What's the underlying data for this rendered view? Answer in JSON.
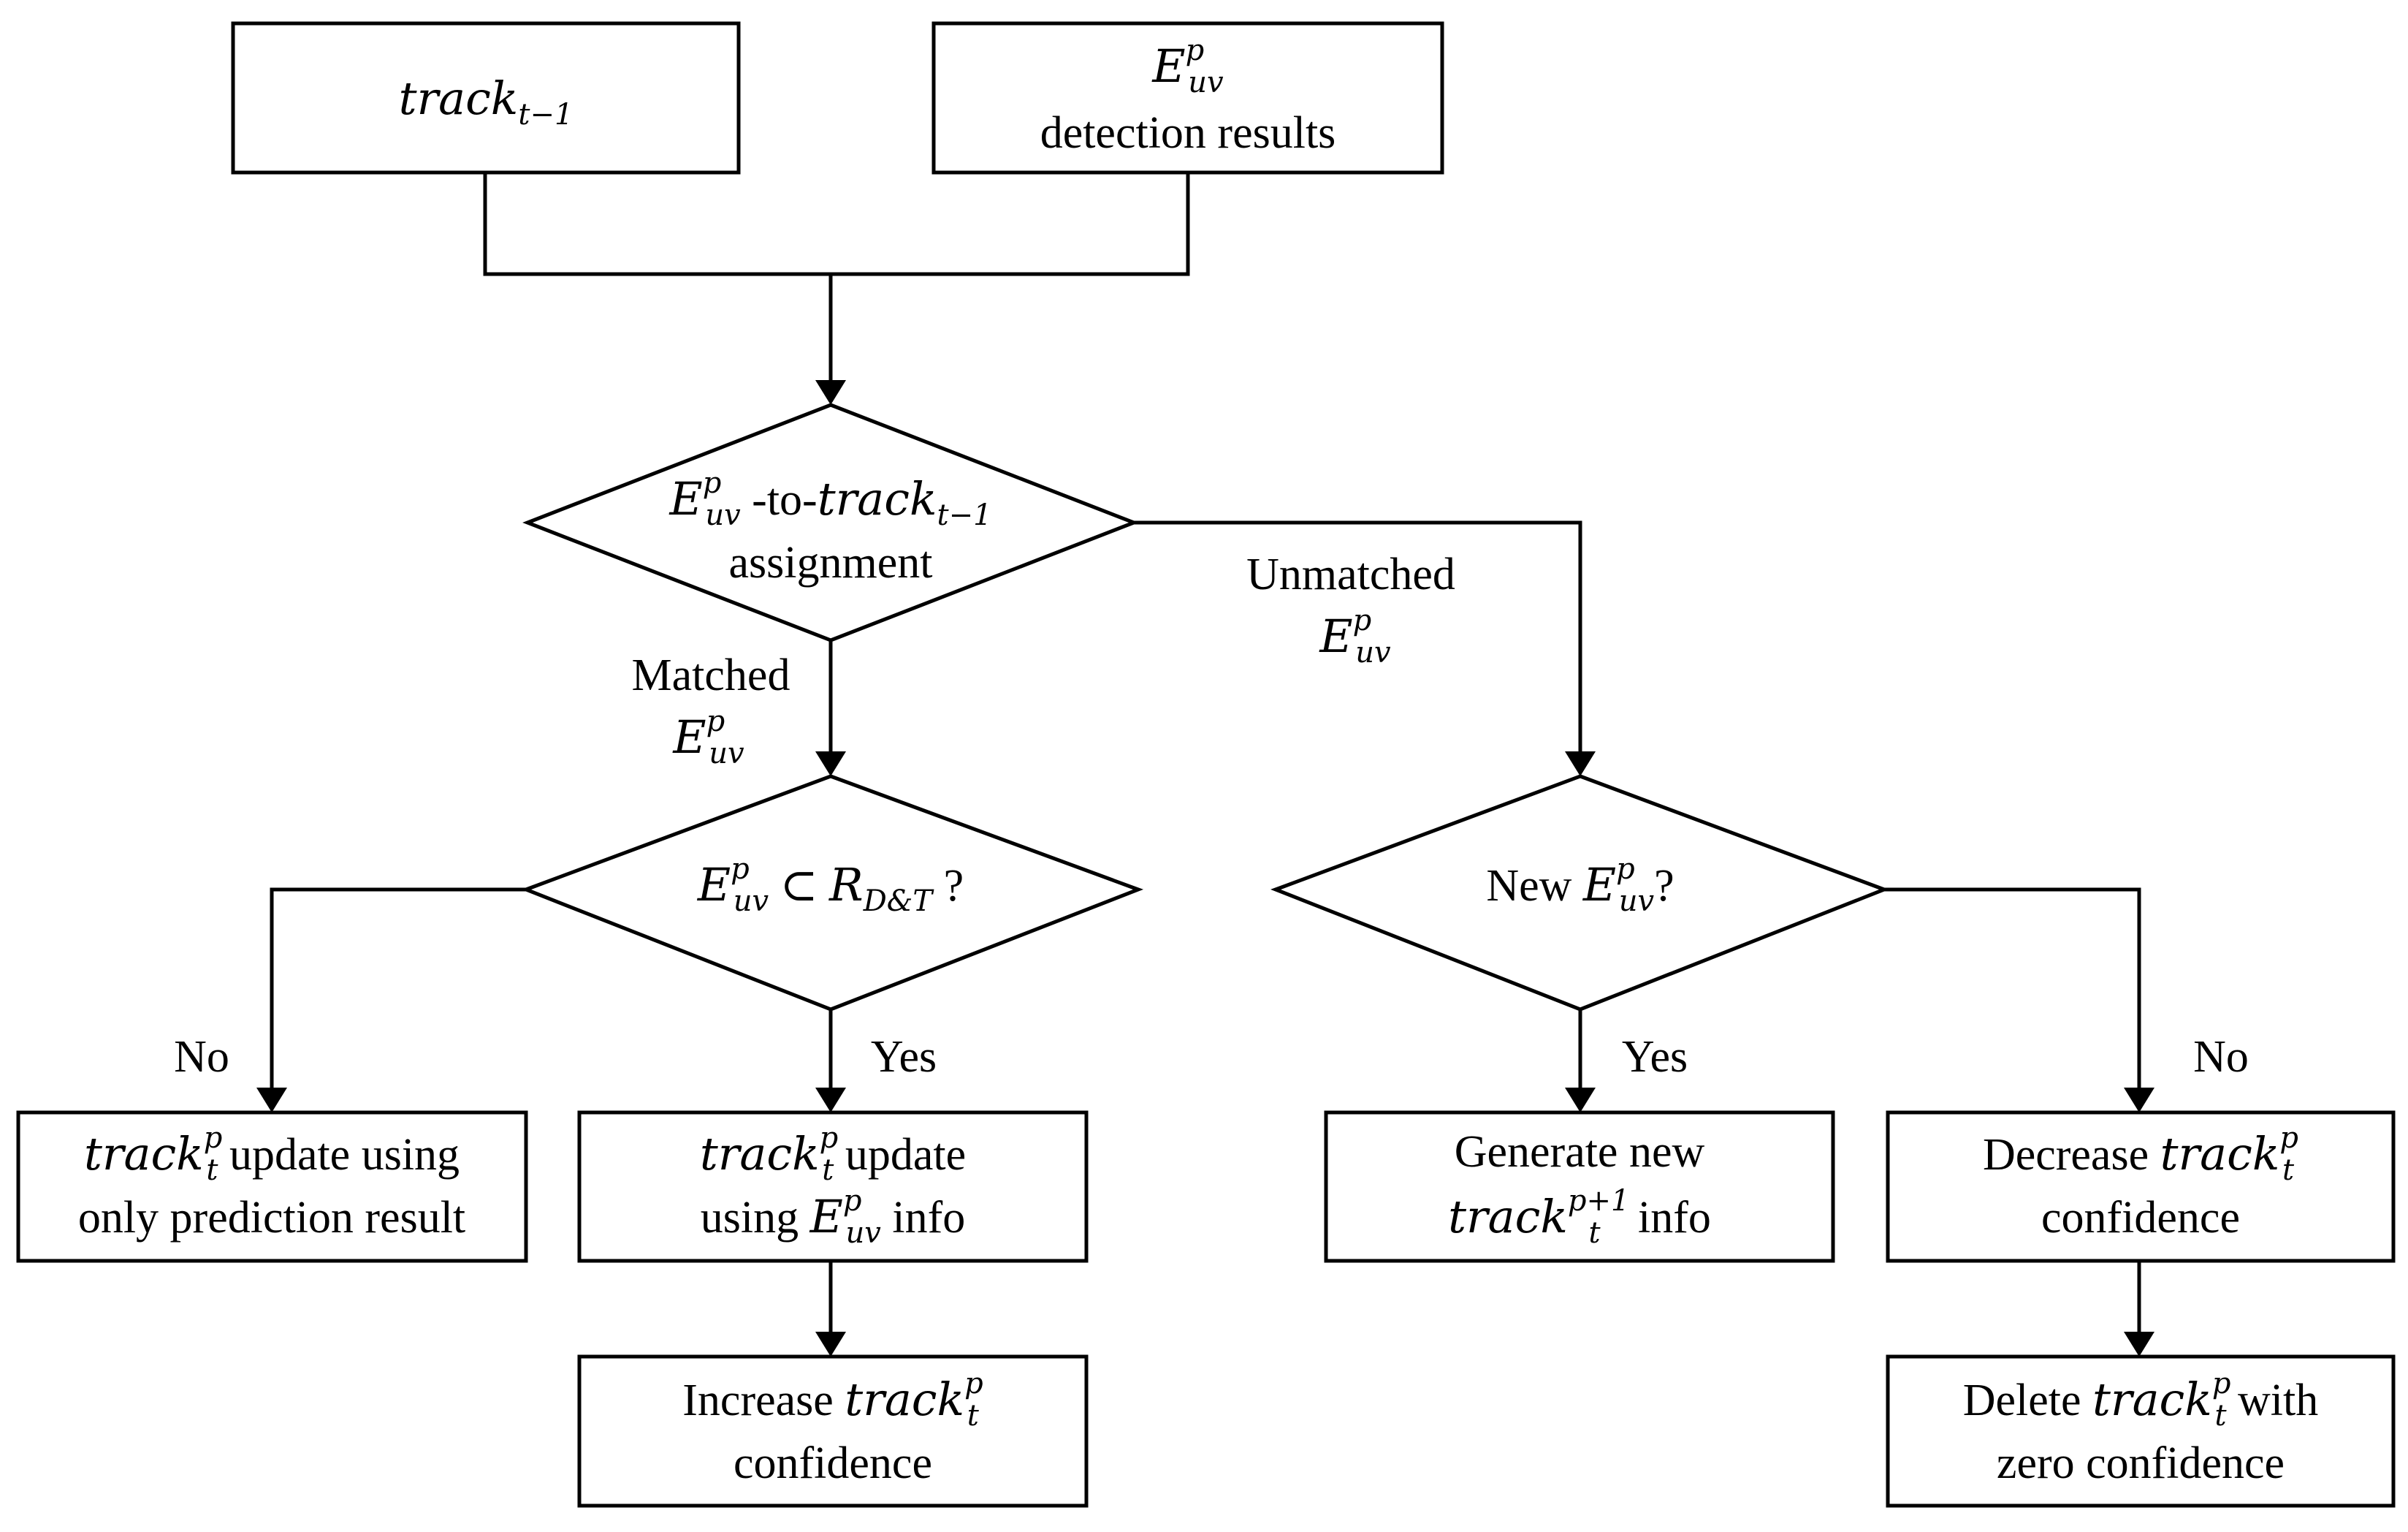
{
  "nodes": {
    "track_prev": {
      "var": "track",
      "sub": "t−1"
    },
    "detection": {
      "var": "E",
      "sup": "p",
      "sub": "uv",
      "text": "detection results"
    },
    "assignment": {
      "var": "E",
      "sup": "p",
      "sub": "uv",
      "mid": " -to-",
      "var2": "track",
      "sub2": "t−1",
      "text": "assignment"
    },
    "in_region": {
      "var": "E",
      "sup": "p",
      "sub": "uv",
      "op": " ⊂ ",
      "var2": "R",
      "sub2": "D&T",
      "tail": " ?"
    },
    "new_detection": {
      "pre": "New ",
      "var": "E",
      "sup": "p",
      "sub": "uv",
      "tail": "?"
    },
    "update_prediction": {
      "var": "track",
      "sup": "p",
      "sub": "t",
      "tail": " update using",
      "text": "only prediction result"
    },
    "update_detection": {
      "var": "track",
      "sup": "p",
      "sub": "t",
      "tail": " update",
      "pre2": "using ",
      "var2": "E",
      "sup2": "p",
      "sub2": "uv",
      "tail2": " info"
    },
    "increase_conf": {
      "pre": "Increase ",
      "var": "track",
      "sup": "p",
      "sub": "t",
      "text": "confidence"
    },
    "generate_new": {
      "text": "Generate new",
      "var2": "track",
      "sup2": "p+1",
      "sub2": "t",
      "tail2": " info"
    },
    "decrease_conf": {
      "pre": "Decrease ",
      "var": "track",
      "sup": "p",
      "sub": "t",
      "text": "confidence"
    },
    "delete_track": {
      "pre": "Delete ",
      "var": "track",
      "sup": "p",
      "sub": "t",
      "tail": " with",
      "text": "zero confidence"
    }
  },
  "edge_labels": {
    "matched": {
      "text": "Matched",
      "var": "E",
      "sup": "p",
      "sub": "uv"
    },
    "unmatched": {
      "text": "Unmatched",
      "var": "E",
      "sup": "p",
      "sub": "uv"
    },
    "no_left": "No",
    "yes_left": "Yes",
    "yes_right": "Yes",
    "no_right": "No"
  }
}
